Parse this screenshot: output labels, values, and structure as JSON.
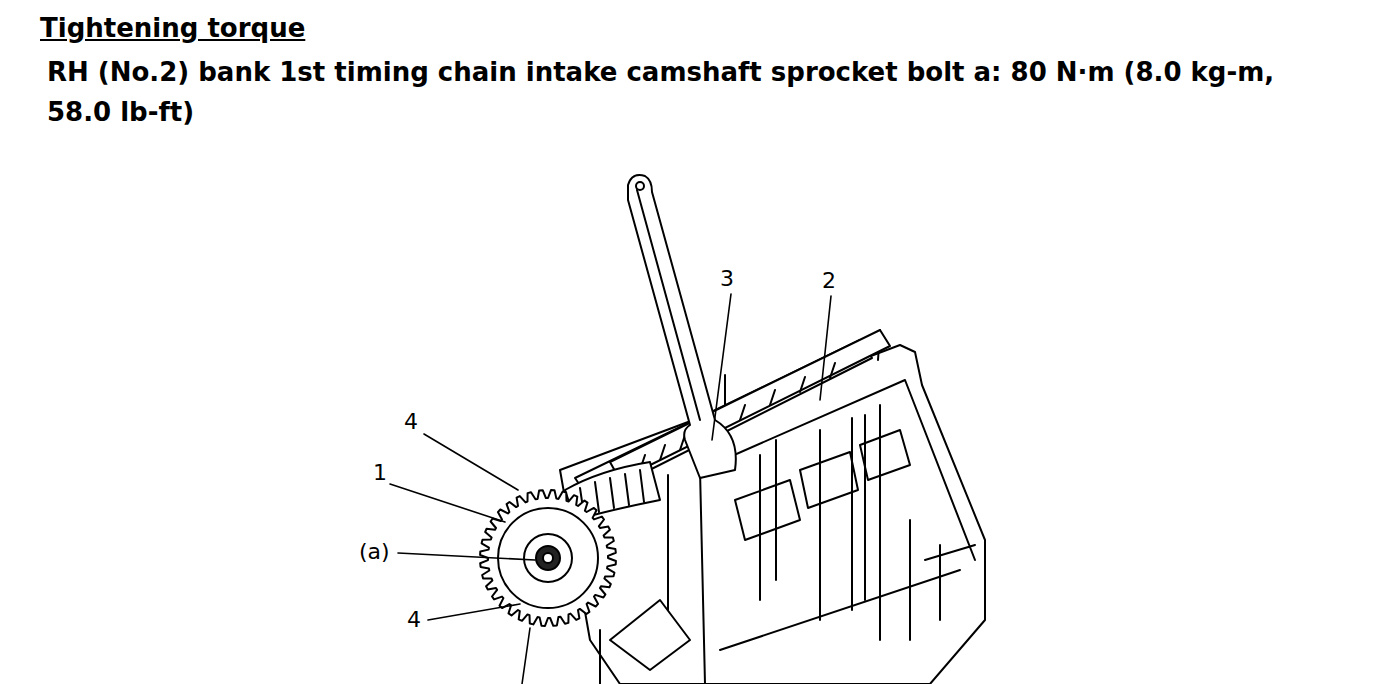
{
  "diagram": {
    "title": "Tightening torque",
    "labels": [
      "RH (No.2) bank 1st timing chain intake camshaft sprocket bolt a: 80 N·m (8.0 kg-m, 58.0 lb-ft)",
      "4",
      "1",
      "(a)",
      "4",
      "3",
      "2"
    ]
  }
}
